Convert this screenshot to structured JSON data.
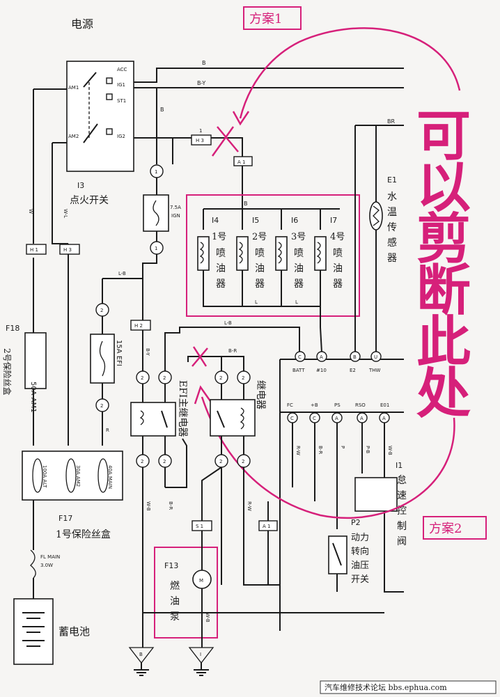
{
  "title": "电源",
  "big_annotation": [
    "可",
    "以",
    "剪",
    "断",
    "此",
    "处"
  ],
  "plan1": "方案1",
  "plan2": "方案2",
  "ignition_switch": {
    "code": "I3",
    "name": "点火开关",
    "pins": [
      "ACC",
      "IG1",
      "ST1",
      "IG2",
      "AM1",
      "AM2"
    ]
  },
  "water_temp_sensor": {
    "code": "E1",
    "name": [
      "水",
      "温",
      "传",
      "感",
      "器"
    ]
  },
  "injectors": [
    {
      "code": "I4",
      "num": "1号",
      "name": [
        "喷",
        "油",
        "器"
      ]
    },
    {
      "code": "I5",
      "num": "2号",
      "name": [
        "喷",
        "油",
        "器"
      ]
    },
    {
      "code": "I6",
      "num": "3号",
      "name": [
        "喷",
        "油",
        "器"
      ]
    },
    {
      "code": "I7",
      "num": "4号",
      "name": [
        "喷",
        "油",
        "器"
      ]
    }
  ],
  "fuses": {
    "ign": [
      "7.5A",
      "IGN"
    ],
    "efi": "15A EFI",
    "am1": "50A AM1",
    "main": "FL MAIN",
    "main_rating": "3.0W",
    "alt": "100A ALT",
    "am2": "30A AM2",
    "main40": "40A MAIN"
  },
  "fuse_box_f18": {
    "code": "F18",
    "name": "2号保险丝盒"
  },
  "fuse_box_f17": {
    "code": "F17",
    "name": "1号保险丝盒"
  },
  "battery": "蓄电池",
  "efi_relay": "EFI主继电器",
  "circuit_relay": "继电器",
  "fuel_pump": {
    "code": "F13",
    "name": [
      "燃",
      "油",
      "泵"
    ]
  },
  "power_steering": {
    "code": "P2",
    "name": [
      "动力",
      "转向",
      "油压",
      "开关"
    ]
  },
  "ecu_side": [
    "I1",
    "怠",
    "速",
    "控",
    "制",
    "阀"
  ],
  "ecu_pins_top": [
    "BATT",
    "#10",
    "E2",
    "THW"
  ],
  "ecu_pins_bottom": [
    "FC",
    "+B",
    "PS",
    "RSO",
    "E01"
  ],
  "connectors": {
    "h1": "H 1",
    "h3": "H 3",
    "h2": "H 2",
    "h3b": "H 3",
    "a1": "A 1",
    "a1b": "A 1",
    "s1": "S 1",
    "c_batt": "C",
    "a_10": "A",
    "b_e2": "B",
    "u_thw": "U",
    "c_fc": "C",
    "c_b": "C",
    "a_ps": "A",
    "a_rso": "A",
    "a_e01": "A",
    "circle": "1",
    "circle2": "2",
    "gnd_b": "B",
    "gnd_i": "I"
  },
  "wire_colors": {
    "b": "B",
    "by": "B-Y",
    "w": "W",
    "wl": "W-L",
    "lb": "L-B",
    "br": "B-R",
    "r": "R",
    "rw": "R-W",
    "wb": "W-B",
    "l": "L",
    "p": "P",
    "pb": "P-B",
    "bru": "BR"
  },
  "footer": "汽车维修技术论坛 bbs.ephua.com"
}
